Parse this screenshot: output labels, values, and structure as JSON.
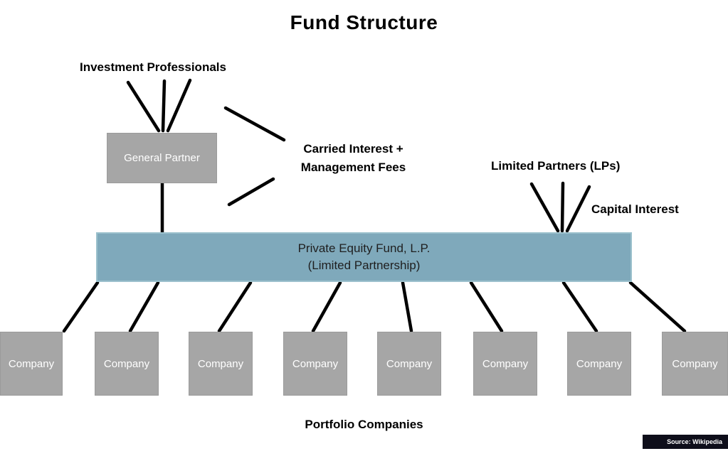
{
  "title": "Fund Structure",
  "labels": {
    "investment_professionals": "Investment Professionals",
    "carried_interest_line1": "Carried Interest +",
    "carried_interest_line2": "Management Fees",
    "limited_partners": "Limited Partners (LPs)",
    "capital_interest": "Capital Interest",
    "portfolio_companies": "Portfolio Companies",
    "source": "Source: Wikipedia"
  },
  "nodes": {
    "general_partner": "General Partner",
    "fund_name": "Private Equity Fund, L.P.",
    "fund_subtitle": "(Limited Partnership)"
  },
  "companies": [
    "Company",
    "Company",
    "Company",
    "Company",
    "Company",
    "Company",
    "Company",
    "Company"
  ],
  "colors": {
    "box_gray": "#a6a6a6",
    "fund_fill": "#7fa9bb",
    "fund_border": "#9cc1cd",
    "connector": "#000000",
    "source_bg": "#0e0e1a"
  }
}
